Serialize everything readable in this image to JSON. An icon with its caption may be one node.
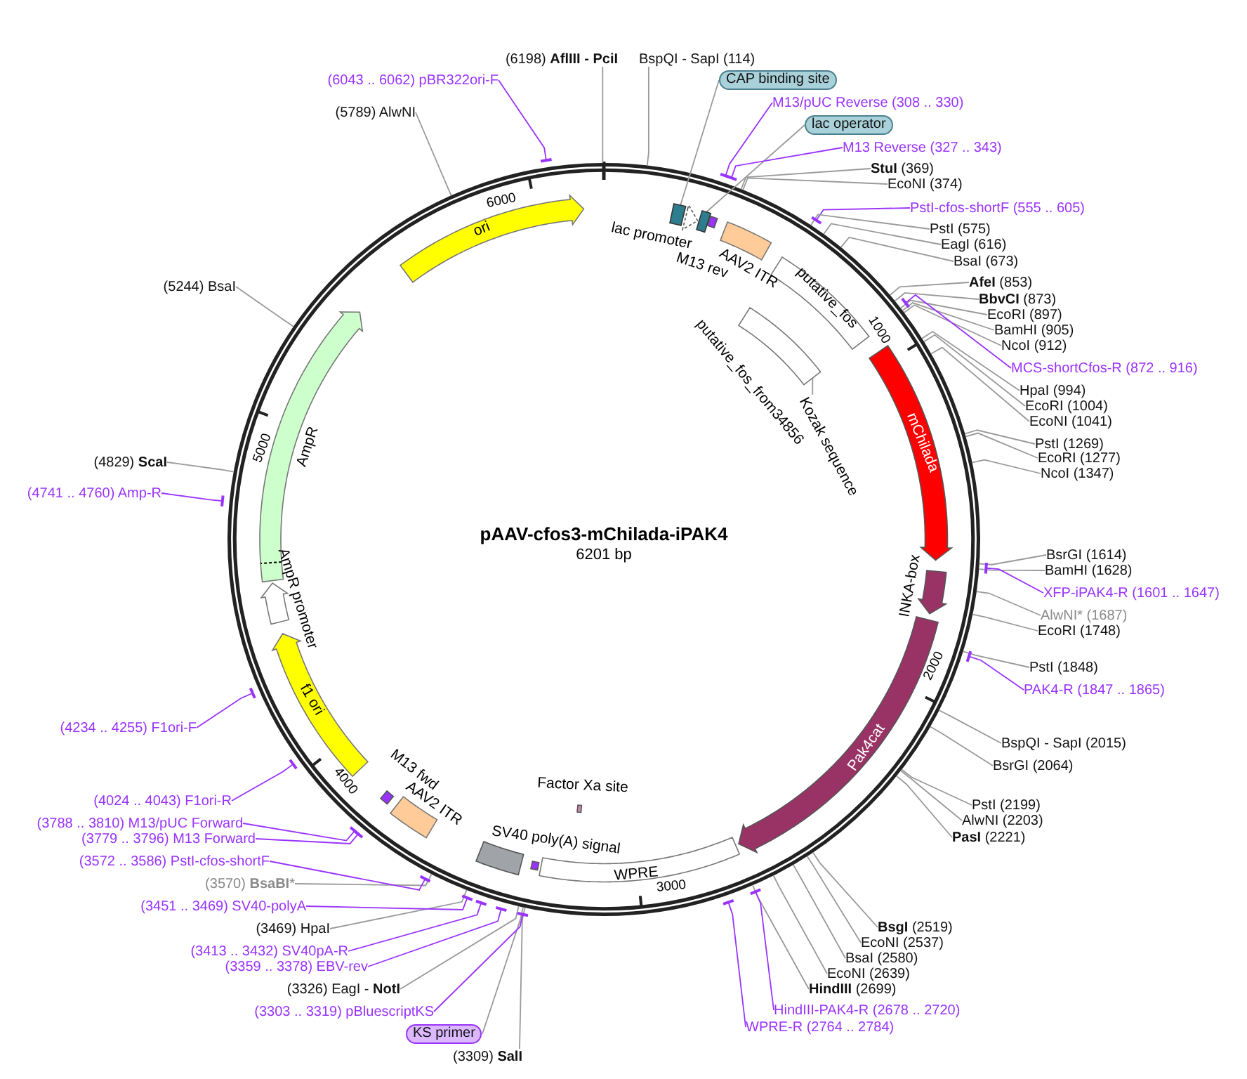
{
  "diagram": {
    "title": "pAAV-cfos3-mChilada-iPAK4",
    "nodes": [
      {
        "text": [
          "(6198) **AflIII - PciI**"
        ]
      },
      {
        "text": [
          "BspQI - SapI (114)"
        ]
      },
      {
        "text": [
          "(6043 .. 6062) pBR322ori-F"
        ]
      },
      {
        "text": [
          "CAP binding site"
        ]
      },
      {
        "text": [
          "M13/pUC Reverse (308 .. 330)"
        ]
      },
      {
        "text": [
          "(5789) AlwNI"
        ]
      },
      {
        "text": [
          "lac operator"
        ]
      },
      {
        "text": [
          "M13 Reverse (327 .. 343)"
        ]
      },
      {
        "text": [
          "**StuI** (369)"
        ]
      },
      {
        "text": [
          "EcoNI (374)"
        ]
      },
      {
        "text": [
          "PstI-cfos-shortF (555 .. 605)"
        ]
      },
      {
        "text": [
          "PstI (575)"
        ]
      },
      {
        "text": [
          "EagI (616)"
        ]
      },
      {
        "text": [
          "BsaI (673)"
        ]
      },
      {
        "text": [
          "**AfeI** (853)"
        ]
      },
      {
        "text": [
          "**BbvCI** (873)"
        ]
      },
      {
        "text": [
          "EcoRI (897)"
        ]
      },
      {
        "text": [
          "BamHI (905)"
        ]
      },
      {
        "text": [
          "NcoI (912)"
        ]
      },
      {
        "text": [
          "MCS-shortCfos-R (872 .. 916)"
        ]
      },
      {
        "text": [
          "HpaI (994)"
        ]
      },
      {
        "text": [
          "EcoRI (1004)"
        ]
      },
      {
        "text": [
          "EcoNI (1041)"
        ]
      },
      {
        "text": [
          "PstI (1269)"
        ]
      },
      {
        "text": [
          "EcoRI (1277)"
        ]
      },
      {
        "text": [
          "NcoI (1347)"
        ]
      },
      {
        "text": [
          "BsrGI (1614)"
        ]
      },
      {
        "text": [
          "BamHI (1628)"
        ]
      },
      {
        "text": [
          "XFP-iPAK4-R (1601 .. 1647)"
        ]
      },
      {
        "text": [
          "AlwNI* (1687)"
        ]
      },
      {
        "text": [
          "EcoRI (1748)"
        ]
      },
      {
        "text": [
          "PstI (1848)"
        ]
      },
      {
        "text": [
          "PAK4-R (1847 .. 1865)"
        ]
      },
      {
        "text": [
          "BspQI - SapI (2015)"
        ]
      },
      {
        "text": [
          "BsrGI (2064)"
        ]
      },
      {
        "text": [
          "PstI (2199)"
        ]
      },
      {
        "text": [
          "AlwNI (2203)"
        ]
      },
      {
        "text": [
          "**PasI** (2221)"
        ]
      },
      {
        "text": [
          "**BsgI** (2519)"
        ]
      },
      {
        "text": [
          "EcoNI (2537)"
        ]
      },
      {
        "text": [
          "BsaI (2580)"
        ]
      },
      {
        "text": [
          "EcoNI (2639)"
        ]
      },
      {
        "text": [
          "**HindIII** (2699)"
        ]
      },
      {
        "text": [
          "HindIII-PAK4-R (2678 .. 2720)"
        ]
      },
      {
        "text": [
          "WPRE-R (2764 .. 2784)"
        ]
      },
      {
        "text": [
          "(3309) **SalI**"
        ]
      },
      {
        "text": [
          "KS primer"
        ]
      },
      {
        "text": [
          "(3303 .. 3319) pBluescriptKS"
        ]
      },
      {
        "text": [
          "(3326) EagI - **NotI**"
        ]
      },
      {
        "text": [
          "(3359 .. 3378) EBV-rev"
        ]
      },
      {
        "text": [
          "(3413 .. 3432) SV40pA-R"
        ]
      },
      {
        "text": [
          "(3469) HpaI"
        ]
      },
      {
        "text": [
          "(3451 .. 3469) SV40-polyA"
        ]
      },
      {
        "text": [
          "(3570) **BsaBI***"
        ]
      },
      {
        "text": [
          "(3572 .. 3586) PstI-cfos-shortF"
        ]
      },
      {
        "text": [
          "(3779 .. 3796) M13 Forward"
        ]
      },
      {
        "text": [
          "(3788 .. 3810) M13/pUC Forward"
        ]
      },
      {
        "text": [
          "(4024 .. 4043) F1ori-R"
        ]
      },
      {
        "text": [
          "(4234 .. 4255) F1ori-F"
        ]
      },
      {
        "text": [
          "(4741 .. 4760) Amp-R"
        ]
      },
      {
        "text": [
          "(4829) **ScaI**"
        ]
      },
      {
        "text": [
          "(5244) BsaI"
        ]
      },
      {
        "text": [
          "ori"
        ]
      },
      {
        "text": [
          "AmpR"
        ]
      },
      {
        "text": [
          "AmpR promoter"
        ]
      },
      {
        "text": [
          "f1 ori"
        ]
      },
      {
        "text": [
          "M13 fwd"
        ]
      },
      {
        "text": [
          "AAV2 ITR"
        ]
      },
      {
        "text": [
          "SV40 poly(A) signal"
        ]
      },
      {
        "text": [],
        "shape": "bar"
      },
      {
        "text": [
          "Factor Xa site"
        ]
      },
      {
        "text": [
          "WPRE"
        ]
      },
      {
        "text": [
          "Pak4cat"
        ]
      },
      {
        "text": [
          "INKA-box"
        ]
      },
      {
        "text": [
          "mChilada"
        ]
      },
      {
        "text": [
          "putative_fos"
        ]
      },
      {
        "text": [
          "putative_fos_from34856"
        ]
      },
      {
        "text": [
          "Kozak sequence"
        ]
      },
      {
        "text": [
          "AAV2 ITR"
        ]
      },
      {
        "text": [],
        "shape": "box"
      },
      {
        "text": [
          "lac promoter"
        ]
      },
      {
        "text": [],
        "shape": "box"
      },
      {
        "text": [
          "M13 rev"
        ]
      }
    ],
    "edges": [
      {
        "from": 0,
        "to": null,
        "arrow": "none"
      },
      {
        "from": 1,
        "to": null,
        "arrow": "none"
      },
      {
        "from": 2,
        "to": null,
        "arrow": "none",
        "color": "#9933ff"
      },
      {
        "from": 3,
        "to": 79,
        "arrow": "none"
      },
      {
        "from": 4,
        "to": null,
        "arrow": "none",
        "color": "#9933ff"
      },
      {
        "from": 5,
        "to": null,
        "arrow": "none"
      },
      {
        "from": 6,
        "to": 81,
        "arrow": "none"
      },
      {
        "from": 7,
        "to": null,
        "arrow": "none",
        "color": "#9933ff"
      },
      {
        "from": 8,
        "to": null,
        "arrow": "none"
      },
      {
        "from": 9,
        "to": null,
        "arrow": "none"
      },
      {
        "from": 10,
        "to": null,
        "arrow": "none",
        "color": "#9933ff"
      },
      {
        "from": 11,
        "to": null,
        "arrow": "none"
      },
      {
        "from": 12,
        "to": null,
        "arrow": "none"
      },
      {
        "from": 13,
        "to": null,
        "arrow": "none"
      },
      {
        "from": 14,
        "to": null,
        "arrow": "none"
      },
      {
        "from": 15,
        "to": null,
        "arrow": "none"
      },
      {
        "from": 16,
        "to": null,
        "arrow": "none"
      },
      {
        "from": 17,
        "to": null,
        "arrow": "none"
      },
      {
        "from": 18,
        "to": null,
        "arrow": "none"
      },
      {
        "from": 19,
        "to": null,
        "arrow": "none",
        "color": "#9933ff"
      },
      {
        "from": 20,
        "to": null,
        "arrow": "none"
      },
      {
        "from": 21,
        "to": null,
        "arrow": "none"
      },
      {
        "from": 22,
        "to": null,
        "arrow": "none"
      },
      {
        "from": 23,
        "to": null,
        "arrow": "none"
      },
      {
        "from": 24,
        "to": null,
        "arrow": "none"
      },
      {
        "from": 25,
        "to": null,
        "arrow": "none"
      },
      {
        "from": 26,
        "to": null,
        "arrow": "none"
      },
      {
        "from": 27,
        "to": null,
        "arrow": "none"
      },
      {
        "from": 28,
        "to": null,
        "arrow": "none",
        "color": "#9933ff"
      },
      {
        "from": 29,
        "to": null,
        "arrow": "none"
      },
      {
        "from": 30,
        "to": null,
        "arrow": "none"
      },
      {
        "from": 31,
        "to": null,
        "arrow": "none"
      },
      {
        "from": 32,
        "to": null,
        "arrow": "none",
        "color": "#9933ff"
      },
      {
        "from": 33,
        "to": null,
        "arrow": "none"
      },
      {
        "from": 34,
        "to": null,
        "arrow": "none"
      },
      {
        "from": 35,
        "to": null,
        "arrow": "none"
      },
      {
        "from": 36,
        "to": null,
        "arrow": "none"
      },
      {
        "from": 37,
        "to": null,
        "arrow": "none"
      },
      {
        "from": 38,
        "to": null,
        "arrow": "none"
      },
      {
        "from": 39,
        "to": null,
        "arrow": "none"
      },
      {
        "from": 40,
        "to": null,
        "arrow": "none"
      },
      {
        "from": 41,
        "to": null,
        "arrow": "none"
      },
      {
        "from": 42,
        "to": null,
        "arrow": "none"
      },
      {
        "from": 43,
        "to": null,
        "arrow": "none",
        "color": "#9933ff"
      },
      {
        "from": 44,
        "to": null,
        "arrow": "none",
        "color": "#9933ff"
      },
      {
        "from": 45,
        "to": null,
        "arrow": "none"
      },
      {
        "from": 46,
        "to": null,
        "arrow": "none"
      },
      {
        "from": 47,
        "to": null,
        "arrow": "none",
        "color": "#9933ff"
      },
      {
        "from": 48,
        "to": null,
        "arrow": "none"
      },
      {
        "from": 49,
        "to": null,
        "arrow": "none",
        "color": "#9933ff"
      },
      {
        "from": 50,
        "to": null,
        "arrow": "none",
        "color": "#9933ff"
      },
      {
        "from": 51,
        "to": null,
        "arrow": "none"
      },
      {
        "from": 52,
        "to": null,
        "arrow": "none",
        "color": "#9933ff"
      },
      {
        "from": 53,
        "to": null,
        "arrow": "none"
      },
      {
        "from": 54,
        "to": null,
        "arrow": "none",
        "color": "#9933ff"
      },
      {
        "from": 55,
        "to": null,
        "arrow": "none",
        "color": "#9933ff"
      },
      {
        "from": 56,
        "to": null,
        "arrow": "none",
        "color": "#9933ff"
      },
      {
        "from": 57,
        "to": null,
        "arrow": "none",
        "color": "#9933ff"
      },
      {
        "from": 58,
        "to": null,
        "arrow": "none",
        "color": "#9933ff"
      },
      {
        "from": 59,
        "to": null,
        "arrow": "none",
        "color": "#9933ff"
      },
      {
        "from": 60,
        "to": null,
        "arrow": "none"
      },
      {
        "from": 61,
        "to": null,
        "arrow": "none"
      },
      {
        "from": 77,
        "to": 76,
        "arrow": "none"
      }
    ],
    "labels": [
      "6201 bp",
      "1000",
      "2000",
      "3000",
      "4000",
      "5000",
      "6000"
    ]
  }
}
